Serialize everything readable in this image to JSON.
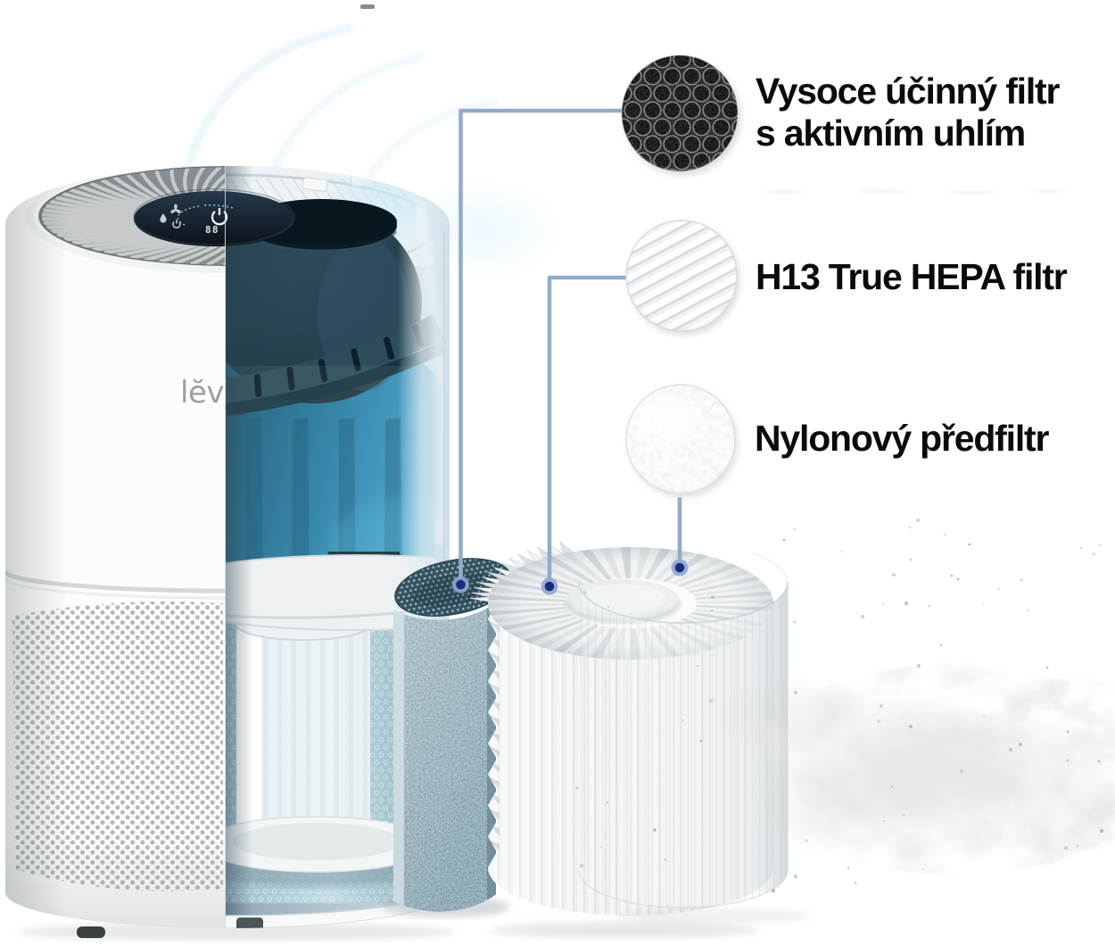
{
  "image_alt": "Air purifier cutaway showing three filter layers with callout labels",
  "brand": {
    "logo_text": "lĕvoit"
  },
  "panel": {
    "display_value": "88",
    "icons": [
      "fan-speed-icon",
      "drop-icon",
      "power-icon",
      "timer-ticks-icon",
      "power-button-icon"
    ]
  },
  "callouts": [
    {
      "id": "carbon",
      "lines": [
        "Vysoce účinný filtr",
        "s aktivním uhlím"
      ],
      "swatch_icon": "activated-carbon-honeycomb-swatch"
    },
    {
      "id": "hepa",
      "lines": [
        "H13 True HEPA filtr"
      ],
      "swatch_icon": "hepa-pleats-swatch"
    },
    {
      "id": "prefilter",
      "lines": [
        "Nylonový předfiltr"
      ],
      "swatch_icon": "nylon-fleece-swatch"
    }
  ],
  "colors": {
    "background": "#ffffff",
    "connector_line": "#93abc9",
    "marker_dot": "#1c2a7c",
    "marker_ring": "#8ea6d3",
    "label_text": "#0b0b0b",
    "fan_teal": "#1c5f7e",
    "body_white": "#fcfdfd"
  }
}
